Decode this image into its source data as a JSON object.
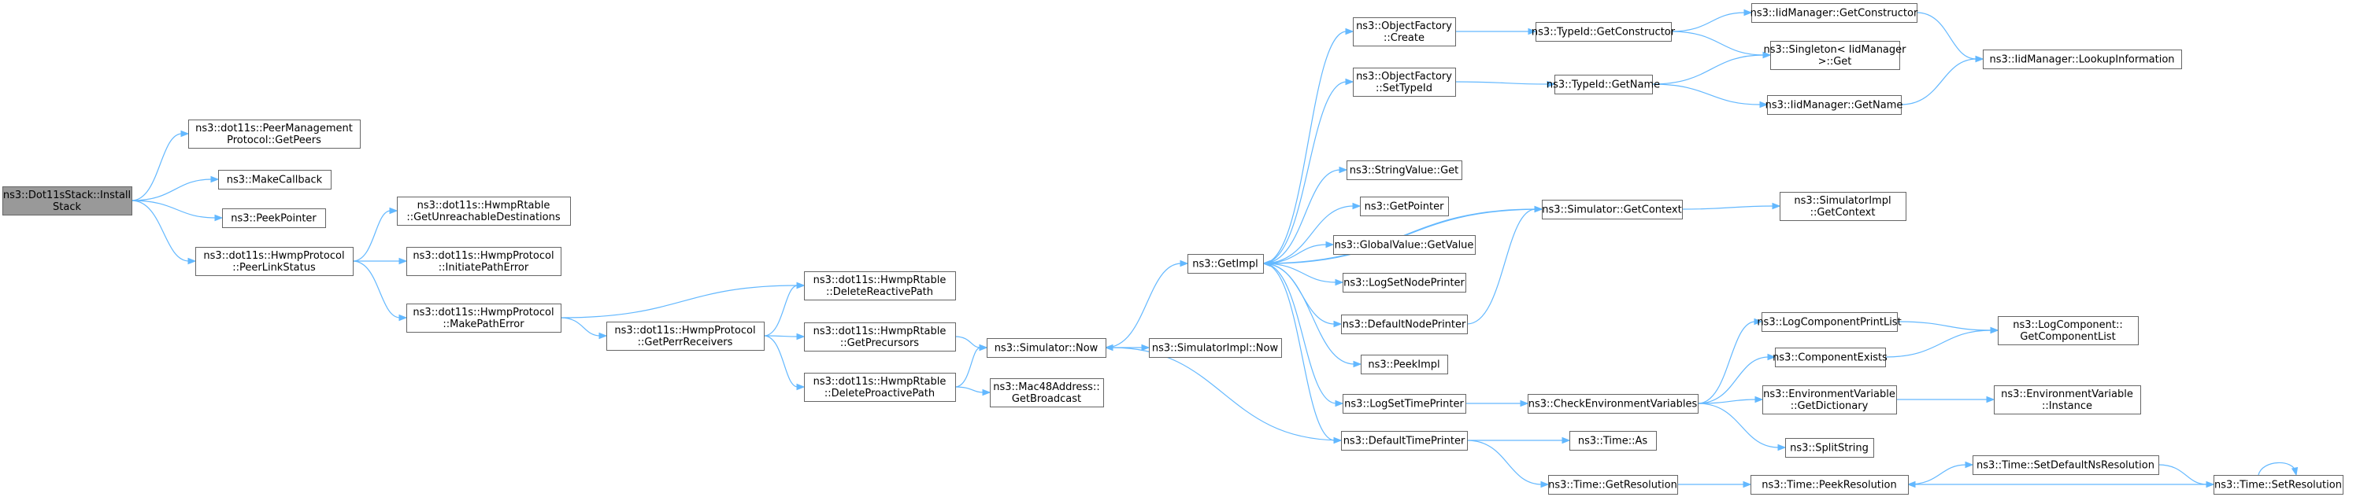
{
  "graph": {
    "nodes": [
      {
        "id": "install",
        "lines": [
          "ns3::Dot11sStack::Install",
          "Stack"
        ],
        "root": true
      },
      {
        "id": "pmp_getpeers",
        "lines": [
          "ns3::dot11s::PeerManagement",
          "Protocol::GetPeers"
        ]
      },
      {
        "id": "makecallback",
        "lines": [
          "ns3::MakeCallback"
        ]
      },
      {
        "id": "peekpointer",
        "lines": [
          "ns3::PeekPointer"
        ]
      },
      {
        "id": "hwmp_peerlink",
        "lines": [
          "ns3::dot11s::HwmpProtocol",
          "::PeerLinkStatus"
        ]
      },
      {
        "id": "rt_getunreach",
        "lines": [
          "ns3::dot11s::HwmpRtable",
          "::GetUnreachableDestinations"
        ]
      },
      {
        "id": "hwmp_initpatherr",
        "lines": [
          "ns3::dot11s::HwmpProtocol",
          "::InitiatePathError"
        ]
      },
      {
        "id": "hwmp_makepatherr",
        "lines": [
          "ns3::dot11s::HwmpProtocol",
          "::MakePathError"
        ]
      },
      {
        "id": "hwmp_getperr",
        "lines": [
          "ns3::dot11s::HwmpProtocol",
          "::GetPerrReceivers"
        ]
      },
      {
        "id": "rt_delreactive",
        "lines": [
          "ns3::dot11s::HwmpRtable",
          "::DeleteReactivePath"
        ]
      },
      {
        "id": "rt_getprecursors",
        "lines": [
          "ns3::dot11s::HwmpRtable",
          "::GetPrecursors"
        ]
      },
      {
        "id": "rt_delproactive",
        "lines": [
          "ns3::dot11s::HwmpRtable",
          "::DeleteProactivePath"
        ]
      },
      {
        "id": "sim_now",
        "lines": [
          "ns3::Simulator::Now"
        ]
      },
      {
        "id": "mac48_bcast",
        "lines": [
          "ns3::Mac48Address::",
          "GetBroadcast"
        ]
      },
      {
        "id": "simimpl_now",
        "lines": [
          "ns3::SimulatorImpl::Now"
        ]
      },
      {
        "id": "getimpl",
        "lines": [
          "ns3::GetImpl"
        ]
      },
      {
        "id": "of_create",
        "lines": [
          "ns3::ObjectFactory",
          "::Create"
        ]
      },
      {
        "id": "of_settypeid",
        "lines": [
          "ns3::ObjectFactory",
          "::SetTypeId"
        ]
      },
      {
        "id": "stringvalue_get",
        "lines": [
          "ns3::StringValue::Get"
        ]
      },
      {
        "id": "getpointer",
        "lines": [
          "ns3::GetPointer"
        ]
      },
      {
        "id": "globalvalue_getvalue",
        "lines": [
          "ns3::GlobalValue::GetValue"
        ]
      },
      {
        "id": "logsetnodeprinter",
        "lines": [
          "ns3::LogSetNodePrinter"
        ]
      },
      {
        "id": "defaultnodeprinter",
        "lines": [
          "ns3::DefaultNodePrinter"
        ]
      },
      {
        "id": "peekimpl",
        "lines": [
          "ns3::PeekImpl"
        ]
      },
      {
        "id": "logsettimeprinter",
        "lines": [
          "ns3::LogSetTimePrinter"
        ]
      },
      {
        "id": "defaulttimeprinter",
        "lines": [
          "ns3::DefaultTimePrinter"
        ]
      },
      {
        "id": "typeid_getconstructor",
        "lines": [
          "ns3::TypeId::GetConstructor"
        ]
      },
      {
        "id": "typeid_getname",
        "lines": [
          "ns3::TypeId::GetName"
        ]
      },
      {
        "id": "iidmgr_getconstructor",
        "lines": [
          "ns3::IidManager::GetConstructor"
        ]
      },
      {
        "id": "singleton_get",
        "lines": [
          "ns3::Singleton< IidManager",
          ">::Get"
        ]
      },
      {
        "id": "iidmgr_getname",
        "lines": [
          "ns3::IidManager::GetName"
        ]
      },
      {
        "id": "iidmgr_lookup",
        "lines": [
          "ns3::IidManager::LookupInformation"
        ]
      },
      {
        "id": "sim_getcontext",
        "lines": [
          "ns3::Simulator::GetContext"
        ]
      },
      {
        "id": "simimpl_getcontext",
        "lines": [
          "ns3::SimulatorImpl",
          "::GetContext"
        ]
      },
      {
        "id": "checkenv",
        "lines": [
          "ns3::CheckEnvironmentVariables"
        ]
      },
      {
        "id": "time_as",
        "lines": [
          "ns3::Time::As"
        ]
      },
      {
        "id": "time_getres",
        "lines": [
          "ns3::Time::GetResolution"
        ]
      },
      {
        "id": "logcompprintlist",
        "lines": [
          "ns3::LogComponentPrintList"
        ]
      },
      {
        "id": "componentexists",
        "lines": [
          "ns3::ComponentExists"
        ]
      },
      {
        "id": "envvar_getdict",
        "lines": [
          "ns3::EnvironmentVariable",
          "::GetDictionary"
        ]
      },
      {
        "id": "splitstring",
        "lines": [
          "ns3::SplitString"
        ]
      },
      {
        "id": "time_peekres",
        "lines": [
          "ns3::Time::PeekResolution"
        ]
      },
      {
        "id": "logcomp_getlist",
        "lines": [
          "ns3::LogComponent::",
          "GetComponentList"
        ]
      },
      {
        "id": "envvar_instance",
        "lines": [
          "ns3::EnvironmentVariable",
          "::Instance"
        ]
      },
      {
        "id": "time_setdefaultns",
        "lines": [
          "ns3::Time::SetDefaultNsResolution"
        ]
      },
      {
        "id": "time_setres",
        "lines": [
          "ns3::Time::SetResolution"
        ]
      }
    ],
    "edges": [
      [
        "install",
        "pmp_getpeers"
      ],
      [
        "install",
        "makecallback"
      ],
      [
        "install",
        "peekpointer"
      ],
      [
        "install",
        "hwmp_peerlink"
      ],
      [
        "hwmp_peerlink",
        "rt_getunreach"
      ],
      [
        "hwmp_peerlink",
        "hwmp_initpatherr"
      ],
      [
        "hwmp_peerlink",
        "hwmp_makepatherr"
      ],
      [
        "hwmp_makepatherr",
        "rt_delreactive"
      ],
      [
        "hwmp_makepatherr",
        "hwmp_getperr"
      ],
      [
        "hwmp_getperr",
        "rt_delreactive"
      ],
      [
        "hwmp_getperr",
        "rt_getprecursors"
      ],
      [
        "hwmp_getperr",
        "rt_delproactive"
      ],
      [
        "rt_getprecursors",
        "sim_now"
      ],
      [
        "rt_delproactive",
        "sim_now"
      ],
      [
        "rt_delproactive",
        "mac48_bcast"
      ],
      [
        "sim_now",
        "getimpl"
      ],
      [
        "sim_now",
        "simimpl_now"
      ],
      [
        "getimpl",
        "of_create"
      ],
      [
        "getimpl",
        "of_settypeid"
      ],
      [
        "getimpl",
        "stringvalue_get"
      ],
      [
        "getimpl",
        "getpointer"
      ],
      [
        "getimpl",
        "globalvalue_getvalue"
      ],
      [
        "getimpl",
        "logsetnodeprinter"
      ],
      [
        "getimpl",
        "defaultnodeprinter"
      ],
      [
        "getimpl",
        "peekimpl"
      ],
      [
        "getimpl",
        "logsettimeprinter"
      ],
      [
        "getimpl",
        "defaulttimeprinter"
      ],
      [
        "getimpl",
        "sim_getcontext"
      ],
      [
        "of_create",
        "typeid_getconstructor"
      ],
      [
        "of_settypeid",
        "typeid_getname"
      ],
      [
        "typeid_getconstructor",
        "iidmgr_getconstructor"
      ],
      [
        "typeid_getconstructor",
        "singleton_get"
      ],
      [
        "typeid_getname",
        "singleton_get"
      ],
      [
        "typeid_getname",
        "iidmgr_getname"
      ],
      [
        "iidmgr_getconstructor",
        "iidmgr_lookup"
      ],
      [
        "iidmgr_getname",
        "iidmgr_lookup"
      ],
      [
        "defaultnodeprinter",
        "sim_getcontext"
      ],
      [
        "sim_getcontext",
        "getimpl"
      ],
      [
        "sim_getcontext",
        "simimpl_getcontext"
      ],
      [
        "logsettimeprinter",
        "checkenv"
      ],
      [
        "defaulttimeprinter",
        "sim_now"
      ],
      [
        "defaulttimeprinter",
        "time_as"
      ],
      [
        "defaulttimeprinter",
        "time_getres"
      ],
      [
        "checkenv",
        "logcompprintlist"
      ],
      [
        "checkenv",
        "componentexists"
      ],
      [
        "checkenv",
        "envvar_getdict"
      ],
      [
        "checkenv",
        "splitstring"
      ],
      [
        "logcompprintlist",
        "logcomp_getlist"
      ],
      [
        "componentexists",
        "logcomp_getlist"
      ],
      [
        "envvar_getdict",
        "envvar_instance"
      ],
      [
        "time_getres",
        "time_peekres"
      ],
      [
        "time_peekres",
        "time_setdefaultns"
      ],
      [
        "time_setdefaultns",
        "time_setres"
      ],
      [
        "time_setres",
        "time_peekres"
      ],
      [
        "time_setres",
        "time_setres"
      ]
    ]
  }
}
